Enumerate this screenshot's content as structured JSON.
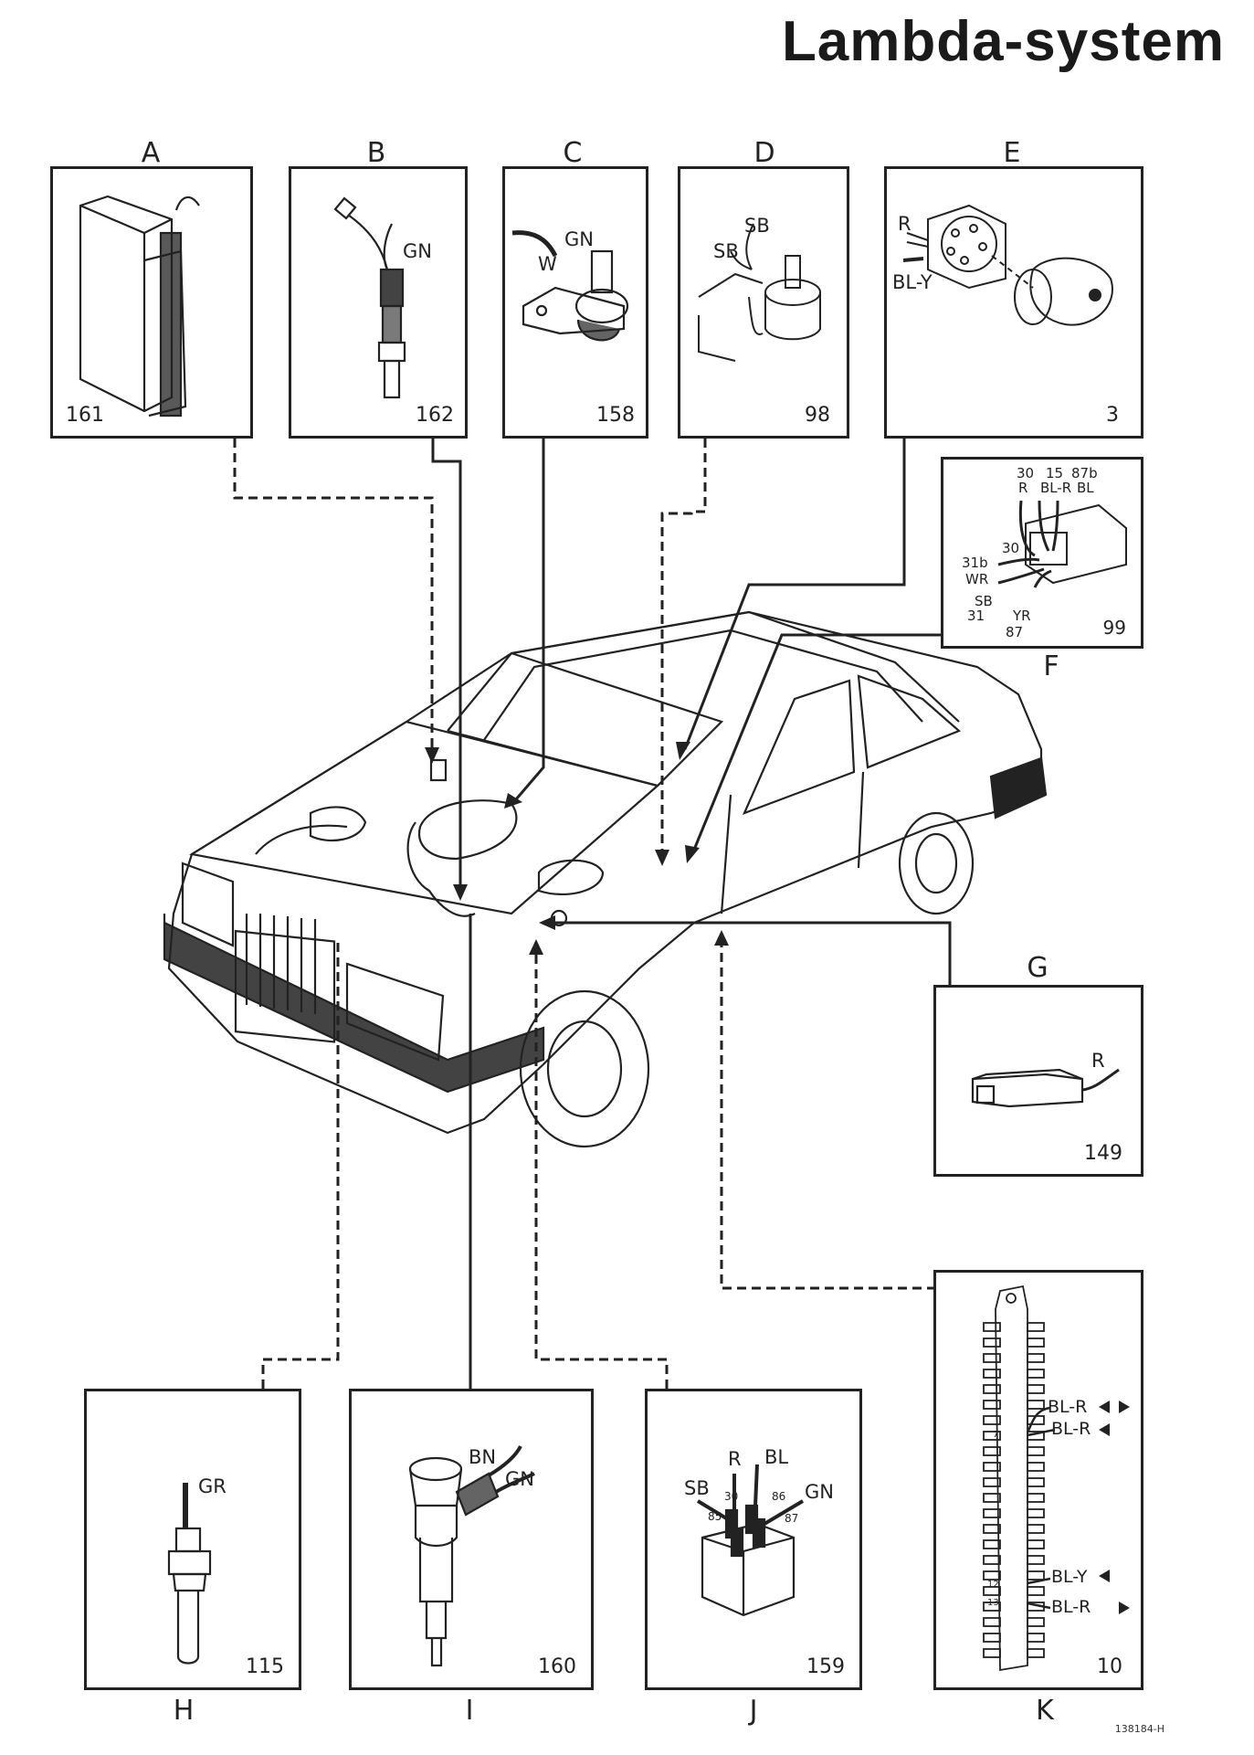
{
  "title": "Lambda-system",
  "footer_code": "138184-H",
  "panels": {
    "A": {
      "letter": "A",
      "number": "161"
    },
    "B": {
      "letter": "B",
      "number": "162",
      "wires": [
        "GN"
      ]
    },
    "C": {
      "letter": "C",
      "number": "158",
      "wires": [
        "GN",
        "W"
      ]
    },
    "D": {
      "letter": "D",
      "number": "98",
      "wires": [
        "SB",
        "SB"
      ]
    },
    "E": {
      "letter": "E",
      "number": "3",
      "wires": [
        "R",
        "BL-Y"
      ]
    },
    "F": {
      "letter": "F",
      "number": "99",
      "pins_top": [
        "30",
        "15",
        "87b"
      ],
      "wires_top": [
        "R",
        "BL-R",
        "BL"
      ],
      "pin_30": "30",
      "pin_31b": "31b",
      "wire_wr": "WR",
      "wire_sb": "SB",
      "pin_31": "31",
      "wire_yr": "YR",
      "pin_87": "87"
    },
    "G": {
      "letter": "G",
      "number": "149",
      "wires": [
        "R"
      ]
    },
    "H": {
      "letter": "H",
      "number": "115",
      "wires": [
        "GR"
      ]
    },
    "I": {
      "letter": "I",
      "number": "160",
      "wires": [
        "BN",
        "GN"
      ]
    },
    "J": {
      "letter": "J",
      "number": "159",
      "wires": [
        "SB",
        "R",
        "BL",
        "GN"
      ],
      "pins": [
        "30",
        "86",
        "85",
        "87"
      ]
    },
    "K": {
      "letter": "K",
      "number": "10",
      "wires": [
        "BL-R",
        "BL-R",
        "BL-Y",
        "BL-R"
      ],
      "pins": [
        "7",
        "12",
        "13"
      ]
    }
  },
  "colors": {
    "line": "#222222",
    "paper": "#ffffff"
  }
}
